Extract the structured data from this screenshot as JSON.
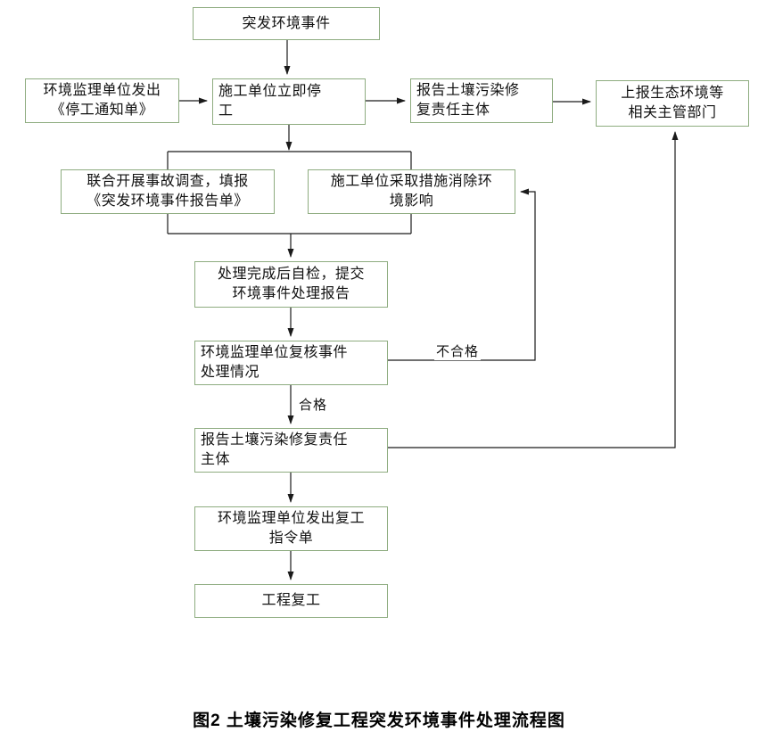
{
  "diagram": {
    "caption": "图2 土壤污染修复工程突发环境事件处理流程图",
    "colors": {
      "box_border": "#8EAC80",
      "connector": "#1a1a1a",
      "text": "#111111"
    },
    "nodes": {
      "incident": "突发环境事件",
      "stop_notice": "环境监理单位发出\n《停工通知单》",
      "stop_work": "施工单位立即停\n工",
      "report_responsible_top": "报告土壤污染修\n复责任主体",
      "report_authorities": "上报生态环境等\n相关主管部门",
      "investigation": "联合开展事故调查，填报\n《突发环境事件报告单》",
      "eliminate_impact": "施工单位采取措施消除环\n境影响",
      "self_check": "处理完成后自检，提交\n环境事件处理报告",
      "review": "环境监理单位复核事件\n处理情况",
      "report_responsible_bottom": "报告土壤污染修复责任\n主体",
      "resume_order": "环境监理单位发出复工\n指令单",
      "resume_work": "工程复工"
    },
    "edge_labels": {
      "fail": "不合格",
      "pass": "合格"
    }
  }
}
